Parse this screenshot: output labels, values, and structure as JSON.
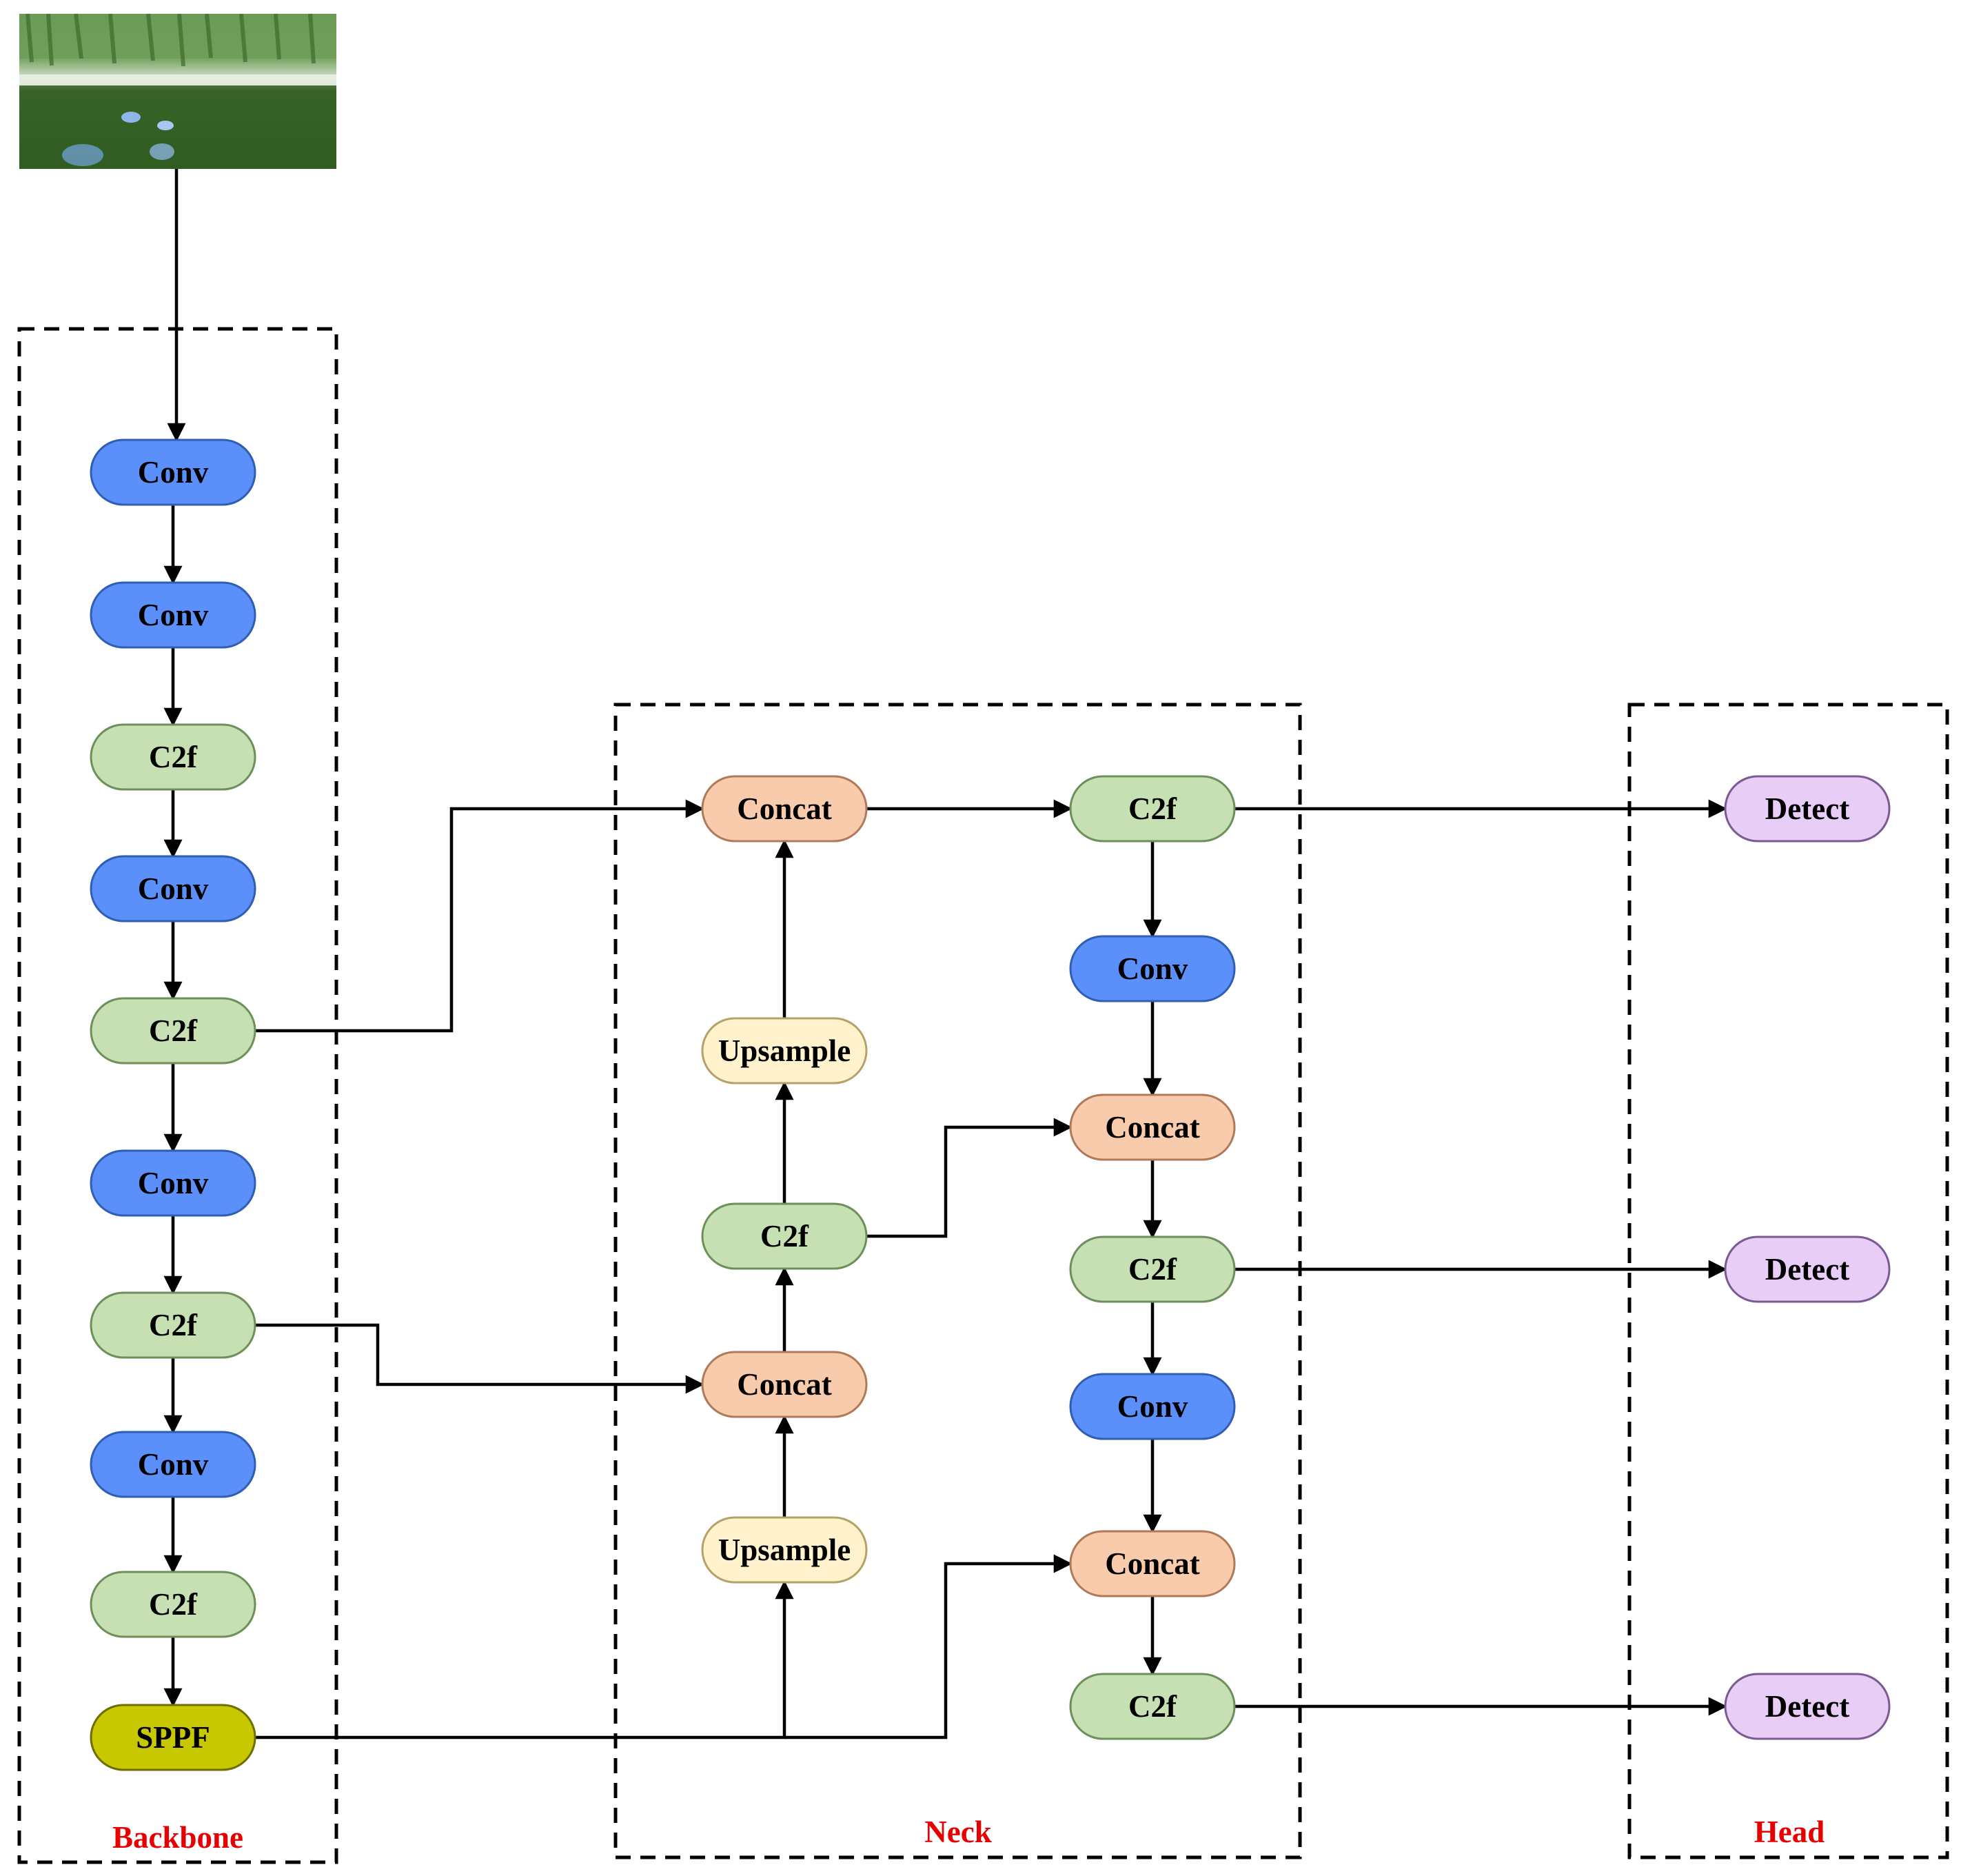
{
  "groups": {
    "backbone": "Backbone",
    "neck": "Neck",
    "head": "Head"
  },
  "colors": {
    "conv": "#5b8ff9",
    "c2f": "#c6e0b4",
    "sppf": "#c8c800",
    "concat": "#f8cbad",
    "upsample": "#fff2cc",
    "detect": "#e8cdf7",
    "group_label": "#e60000",
    "edge": "#000000"
  },
  "input_image": "pond scene with floating debris",
  "nodes": [
    {
      "id": "b1",
      "label": "Conv",
      "kind": "conv"
    },
    {
      "id": "b2",
      "label": "Conv",
      "kind": "conv"
    },
    {
      "id": "b3",
      "label": "C2f",
      "kind": "c2f"
    },
    {
      "id": "b4",
      "label": "Conv",
      "kind": "conv"
    },
    {
      "id": "b5",
      "label": "C2f",
      "kind": "c2f"
    },
    {
      "id": "b6",
      "label": "Conv",
      "kind": "conv"
    },
    {
      "id": "b7",
      "label": "C2f",
      "kind": "c2f"
    },
    {
      "id": "b8",
      "label": "Conv",
      "kind": "conv"
    },
    {
      "id": "b9",
      "label": "C2f",
      "kind": "c2f"
    },
    {
      "id": "b10",
      "label": "SPPF",
      "kind": "sppf"
    },
    {
      "id": "n1",
      "label": "Concat",
      "kind": "concat"
    },
    {
      "id": "n2",
      "label": "Upsample",
      "kind": "upsample"
    },
    {
      "id": "n3",
      "label": "C2f",
      "kind": "c2f"
    },
    {
      "id": "n4",
      "label": "Concat",
      "kind": "concat"
    },
    {
      "id": "n5",
      "label": "Upsample",
      "kind": "upsample"
    },
    {
      "id": "n6",
      "label": "C2f",
      "kind": "c2f"
    },
    {
      "id": "n7",
      "label": "Conv",
      "kind": "conv"
    },
    {
      "id": "n8",
      "label": "Concat",
      "kind": "concat"
    },
    {
      "id": "n9",
      "label": "C2f",
      "kind": "c2f"
    },
    {
      "id": "n10",
      "label": "Conv",
      "kind": "conv"
    },
    {
      "id": "n11",
      "label": "Concat",
      "kind": "concat"
    },
    {
      "id": "n12",
      "label": "C2f",
      "kind": "c2f"
    },
    {
      "id": "h1",
      "label": "Detect",
      "kind": "detect"
    },
    {
      "id": "h2",
      "label": "Detect",
      "kind": "detect"
    },
    {
      "id": "h3",
      "label": "Detect",
      "kind": "detect"
    }
  ],
  "edges": [
    {
      "from": "image",
      "to": "b1"
    },
    {
      "from": "b1",
      "to": "b2"
    },
    {
      "from": "b2",
      "to": "b3"
    },
    {
      "from": "b3",
      "to": "b4"
    },
    {
      "from": "b4",
      "to": "b5"
    },
    {
      "from": "b5",
      "to": "b6"
    },
    {
      "from": "b6",
      "to": "b7"
    },
    {
      "from": "b7",
      "to": "b8"
    },
    {
      "from": "b8",
      "to": "b9"
    },
    {
      "from": "b9",
      "to": "b10"
    },
    {
      "from": "b10",
      "to": "n5"
    },
    {
      "from": "b10",
      "to": "n11"
    },
    {
      "from": "n5",
      "to": "n4"
    },
    {
      "from": "b7",
      "to": "n4"
    },
    {
      "from": "n4",
      "to": "n3"
    },
    {
      "from": "n3",
      "to": "n2"
    },
    {
      "from": "n3",
      "to": "n8"
    },
    {
      "from": "n2",
      "to": "n1"
    },
    {
      "from": "b5",
      "to": "n1"
    },
    {
      "from": "n1",
      "to": "n6"
    },
    {
      "from": "n6",
      "to": "n7"
    },
    {
      "from": "n7",
      "to": "n8"
    },
    {
      "from": "n8",
      "to": "n9"
    },
    {
      "from": "n9",
      "to": "n10"
    },
    {
      "from": "n10",
      "to": "n11"
    },
    {
      "from": "n11",
      "to": "n12"
    },
    {
      "from": "n6",
      "to": "h1"
    },
    {
      "from": "n9",
      "to": "h2"
    },
    {
      "from": "n12",
      "to": "h3"
    }
  ]
}
